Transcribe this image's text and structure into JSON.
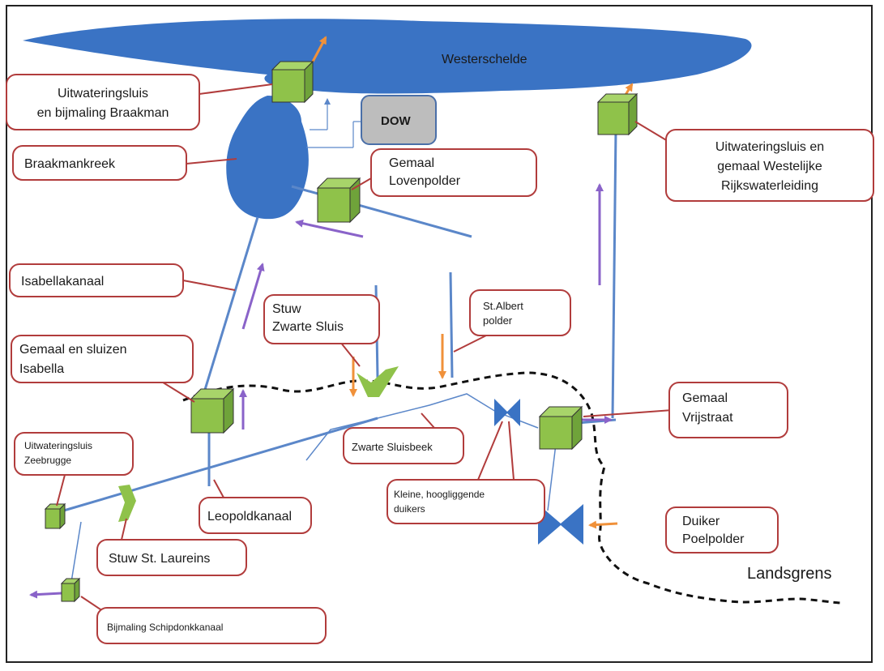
{
  "title": "Westerschelde",
  "dow": "DOW",
  "landsgrens": "Landsgrens",
  "labels": {
    "uitwatering_braakman": [
      "Uitwateringsluis",
      "en bijmaling Braakman"
    ],
    "braakmankreek": [
      "Braakmankreek"
    ],
    "gemaal_lovenpolder": [
      "Gemaal",
      "Lovenpolder"
    ],
    "westelijke": [
      "Uitwateringsluis en",
      "gemaal  Westelijke",
      "Rijkswaterleiding"
    ],
    "isabellakanaal": [
      "Isabellakanaal"
    ],
    "stuw_zwarte_sluis": [
      "Stuw",
      "Zwarte Sluis"
    ],
    "st_albert": [
      "St.Albert",
      "polder"
    ],
    "gemaal_isabella": [
      "Gemaal  en sluizen",
      "Isabella"
    ],
    "gemaal_vrijstraat": [
      "Gemaal",
      "Vrijstraat"
    ],
    "zwarte_sluisbeek": [
      "Zwarte Sluisbeek"
    ],
    "uitwatering_zeebrugge": [
      "Uitwateringsluis",
      "Zeebrugge"
    ],
    "kleine_duikers": [
      "Kleine, hoogliggende",
      "duikers"
    ],
    "leopoldkanaal": [
      "Leopoldkanaal"
    ],
    "duiker_poelpolder": [
      "Duiker",
      "Poelpolder"
    ],
    "stuw_st_laureins": [
      "Stuw St. Laureins"
    ],
    "bijmaling_schipdonk": [
      "Bijmaling Schipdonkkanaal"
    ]
  },
  "colors": {
    "water": "#3a73c4",
    "structure": "#8fc24a",
    "callout": "#b13c3c",
    "flow_arrow": "#8a63c9",
    "discharge_arrow": "#f0913a",
    "border_line": "#111111",
    "dow_box": "#bdbdbd"
  }
}
